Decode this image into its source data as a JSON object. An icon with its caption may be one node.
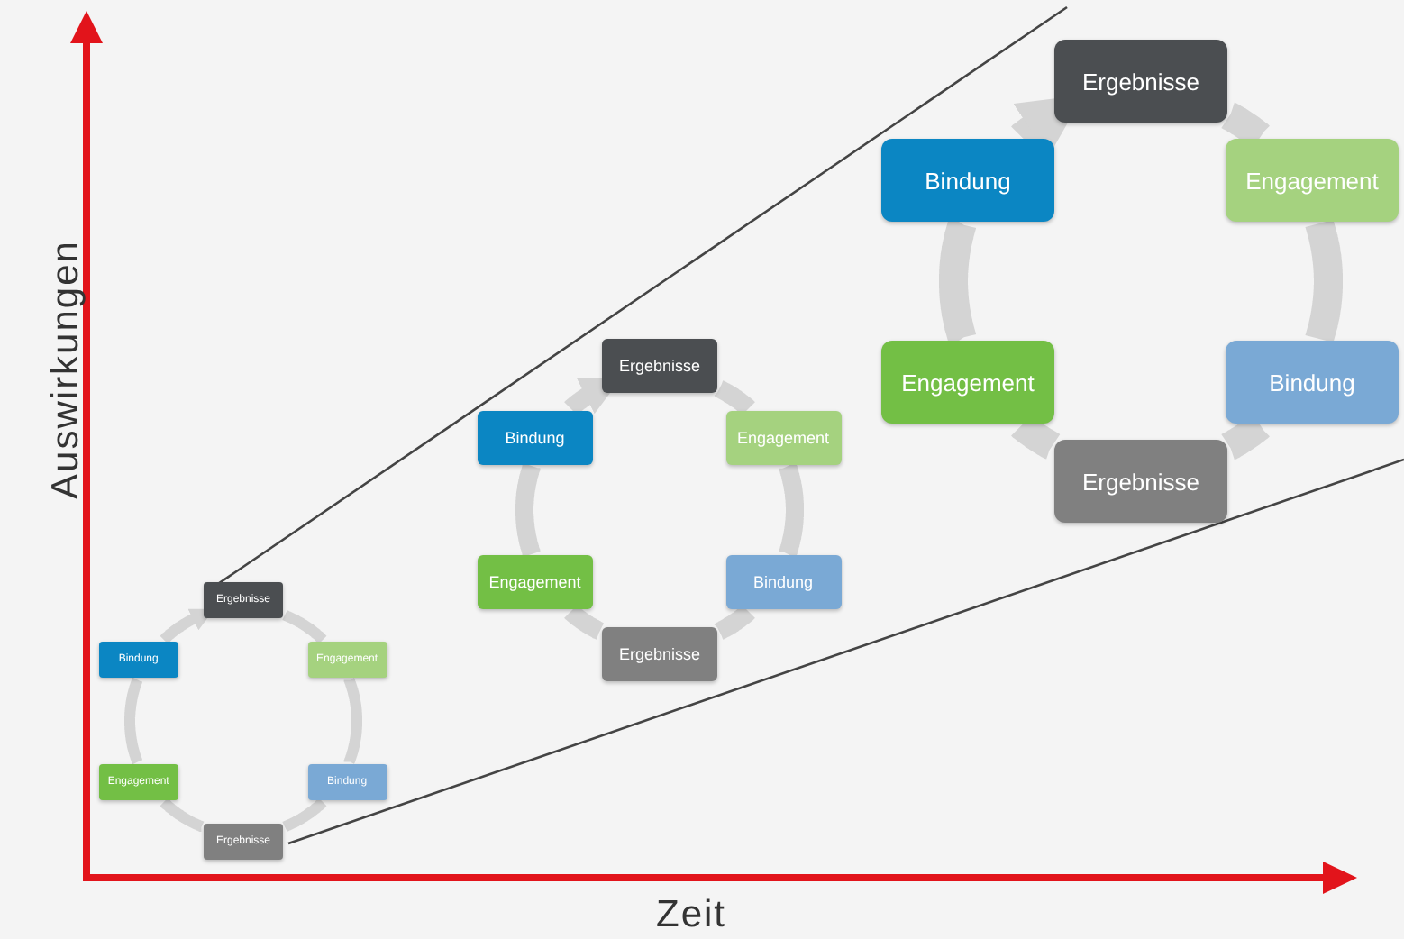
{
  "diagram": {
    "nodes": [
      {
        "text": [
          "Ergebnisse"
        ]
      },
      {
        "text": [
          "Bindung"
        ]
      },
      {
        "text": [
          "Engagement"
        ]
      },
      {
        "text": [
          "Engagement"
        ]
      },
      {
        "text": [
          "Bindung"
        ]
      },
      {
        "text": [
          "Ergebnisse"
        ]
      },
      {
        "text": [
          "Ergebnisse"
        ]
      },
      {
        "text": [
          "Bindung"
        ]
      },
      {
        "text": [
          "Engagement"
        ]
      },
      {
        "text": [
          "Engagement"
        ]
      },
      {
        "text": [
          "Bindung"
        ]
      },
      {
        "text": [
          "Ergebnisse"
        ]
      },
      {
        "text": [
          "Ergebnisse"
        ]
      },
      {
        "text": [
          "Bindung"
        ]
      },
      {
        "text": [
          "Engagement"
        ]
      },
      {
        "text": [
          "Engagement"
        ]
      },
      {
        "text": [
          "Bindung"
        ]
      },
      {
        "text": [
          "Ergebnisse"
        ]
      }
    ],
    "edges": [
      {
        "from": 0,
        "to": 2,
        "arrow": "none"
      },
      {
        "from": 2,
        "to": 4,
        "arrow": "none"
      },
      {
        "from": 4,
        "to": 5,
        "arrow": "none"
      },
      {
        "from": 5,
        "to": 3,
        "arrow": "none"
      },
      {
        "from": 3,
        "to": 1,
        "arrow": "none"
      },
      {
        "from": 1,
        "to": 0,
        "arrow": "to"
      },
      {
        "from": 6,
        "to": 8,
        "arrow": "none"
      },
      {
        "from": 8,
        "to": 10,
        "arrow": "none"
      },
      {
        "from": 10,
        "to": 11,
        "arrow": "none"
      },
      {
        "from": 11,
        "to": 9,
        "arrow": "none"
      },
      {
        "from": 9,
        "to": 7,
        "arrow": "none"
      },
      {
        "from": 7,
        "to": 6,
        "arrow": "to"
      },
      {
        "from": 12,
        "to": 14,
        "arrow": "none"
      },
      {
        "from": 14,
        "to": 16,
        "arrow": "none"
      },
      {
        "from": 16,
        "to": 17,
        "arrow": "none"
      },
      {
        "from": 17,
        "to": 15,
        "arrow": "none"
      },
      {
        "from": 15,
        "to": 13,
        "arrow": "none"
      },
      {
        "from": 13,
        "to": 12,
        "arrow": "to"
      }
    ],
    "labels": [
      "Auswirkungen",
      "Zeit"
    ]
  }
}
